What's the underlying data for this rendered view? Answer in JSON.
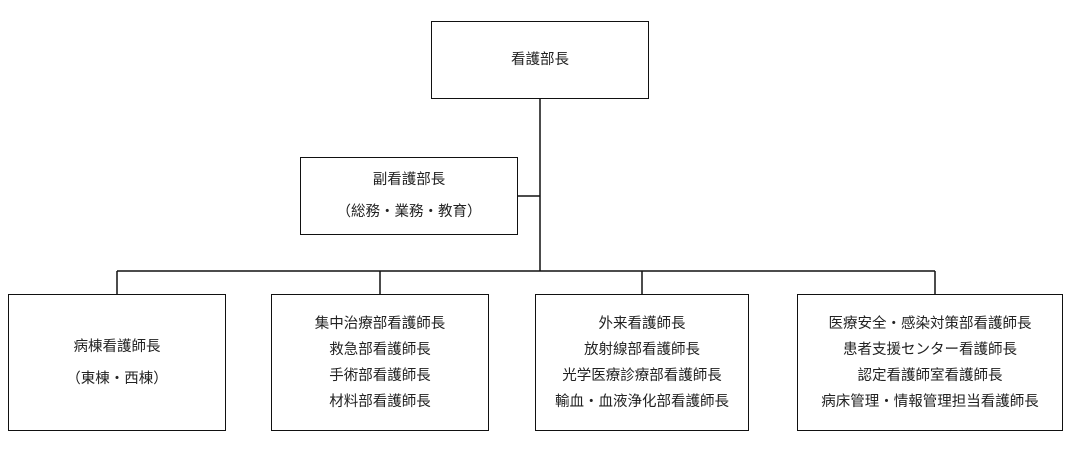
{
  "diagram": {
    "top": {
      "label": "看護部長"
    },
    "deputy": {
      "lines": [
        "副看護部長",
        "（総務・業務・教育）"
      ]
    },
    "units": [
      {
        "lines": [
          "病棟看護師長",
          "（東棟・西棟）"
        ]
      },
      {
        "lines": [
          "集中治療部看護師長",
          "救急部看護師長",
          "手術部看護師長",
          "材料部看護師長"
        ]
      },
      {
        "lines": [
          "外来看護師長",
          "放射線部看護師長",
          "光学医療診療部看護師長",
          "輸血・血液浄化部看護師長"
        ]
      },
      {
        "lines": [
          "医療安全・感染対策部看護師長",
          "患者支援センター看護師長",
          "認定看護師室看護師長",
          "病床管理・情報管理担当看護師長"
        ]
      }
    ]
  }
}
